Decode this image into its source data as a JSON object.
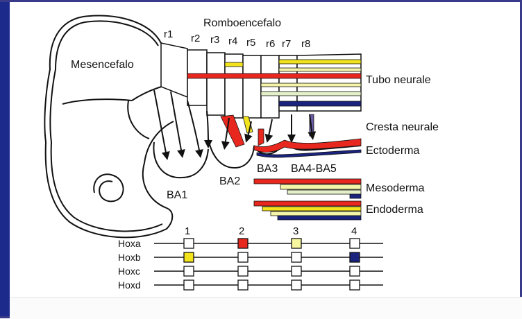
{
  "labels": {
    "romboencefalo": "Romboencefalo",
    "mesencefalo": "Mesencefalo",
    "rhombomeres": [
      "r1",
      "r2",
      "r3",
      "r4",
      "r5",
      "r6",
      "r7",
      "r8"
    ],
    "tubo_neurale": "Tubo neurale",
    "cresta_neurale": "Cresta neurale",
    "ectoderma": "Ectoderma",
    "mesoderma": "Mesoderma",
    "endoderma": "Endoderma",
    "arches": [
      "BA1",
      "BA2",
      "BA3",
      "BA4-BA5"
    ]
  },
  "hox": {
    "column_numbers": [
      "1",
      "2",
      "3",
      "4"
    ],
    "genes": [
      "Hoxa",
      "Hoxb",
      "Hoxc",
      "Hoxd"
    ],
    "box_colors": {
      "Hoxa": [
        "#ffffff",
        "#e8281e",
        "#f7f7a0",
        "#ffffff"
      ],
      "Hoxb": [
        "#f2e31c",
        "#ffffff",
        "#ffffff",
        "#1a237e"
      ],
      "Hoxc": [
        "#ffffff",
        "#ffffff",
        "#ffffff",
        "#ffffff"
      ],
      "Hoxd": [
        "#ffffff",
        "#ffffff",
        "#ffffff",
        "#ffffff"
      ]
    }
  },
  "colors": {
    "red": "#e8281e",
    "yellow": "#f2e31c",
    "pale_yellow": "#f5f5a8",
    "pale_green": "#e4f0c8",
    "navy": "#1a237e",
    "frame": "#1c2a8c"
  }
}
